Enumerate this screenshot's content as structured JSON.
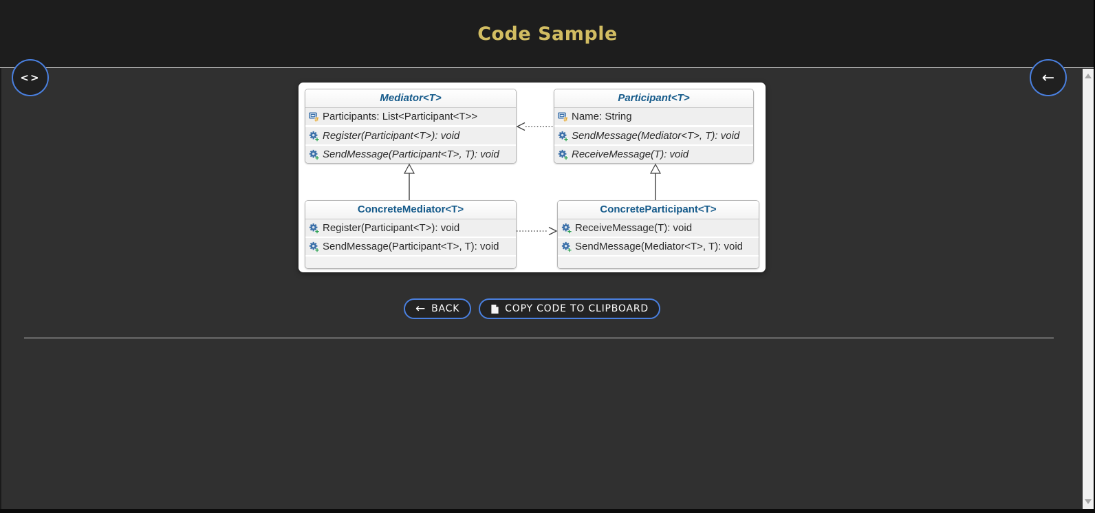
{
  "header": {
    "title": "Code Sample"
  },
  "nav": {
    "code_icon": "<>",
    "back_icon": "←"
  },
  "diagram": {
    "pattern": "Mediator",
    "classes": [
      {
        "name": "Mediator<T>",
        "stereotype": "abstract",
        "fields": [
          "Participants: List<Participant<T>>"
        ],
        "methods": [
          "Register(Participant<T>): void",
          "SendMessage(Participant<T>, T): void"
        ]
      },
      {
        "name": "Participant<T>",
        "stereotype": "abstract",
        "fields": [
          "Name: String"
        ],
        "methods": [
          "SendMessage(Mediator<T>, T): void",
          "ReceiveMessage(T): void"
        ]
      },
      {
        "name": "ConcreteMediator<T>",
        "stereotype": "concrete",
        "fields": [],
        "methods": [
          "Register(Participant<T>): void",
          "SendMessage(Participant<T>, T): void"
        ]
      },
      {
        "name": "ConcreteParticipant<T>",
        "stereotype": "concrete",
        "fields": [],
        "methods": [
          "ReceiveMessage(T): void",
          "SendMessage(Mediator<T>, T): void"
        ]
      }
    ],
    "relations": [
      {
        "from": "Participant<T>",
        "to": "Mediator<T>",
        "type": "dashed-dependency"
      },
      {
        "from": "ConcreteMediator<T>",
        "to": "Mediator<T>",
        "type": "inheritance"
      },
      {
        "from": "ConcreteParticipant<T>",
        "to": "Participant<T>",
        "type": "inheritance"
      },
      {
        "from": "ConcreteMediator<T>",
        "to": "ConcreteParticipant<T>",
        "type": "dashed-dependency"
      }
    ]
  },
  "actions": {
    "back_icon": "←",
    "back_label": "BACK",
    "copy_label": "COPY CODE TO CLIPBOARD"
  },
  "colors": {
    "accent_gold": "#d2bd62",
    "accent_blue": "#4a80e0",
    "header_bg": "#1d1d1d",
    "page_bg": "#303030",
    "class_name_blue": "#155a8a",
    "row_bg": "#efefef"
  }
}
